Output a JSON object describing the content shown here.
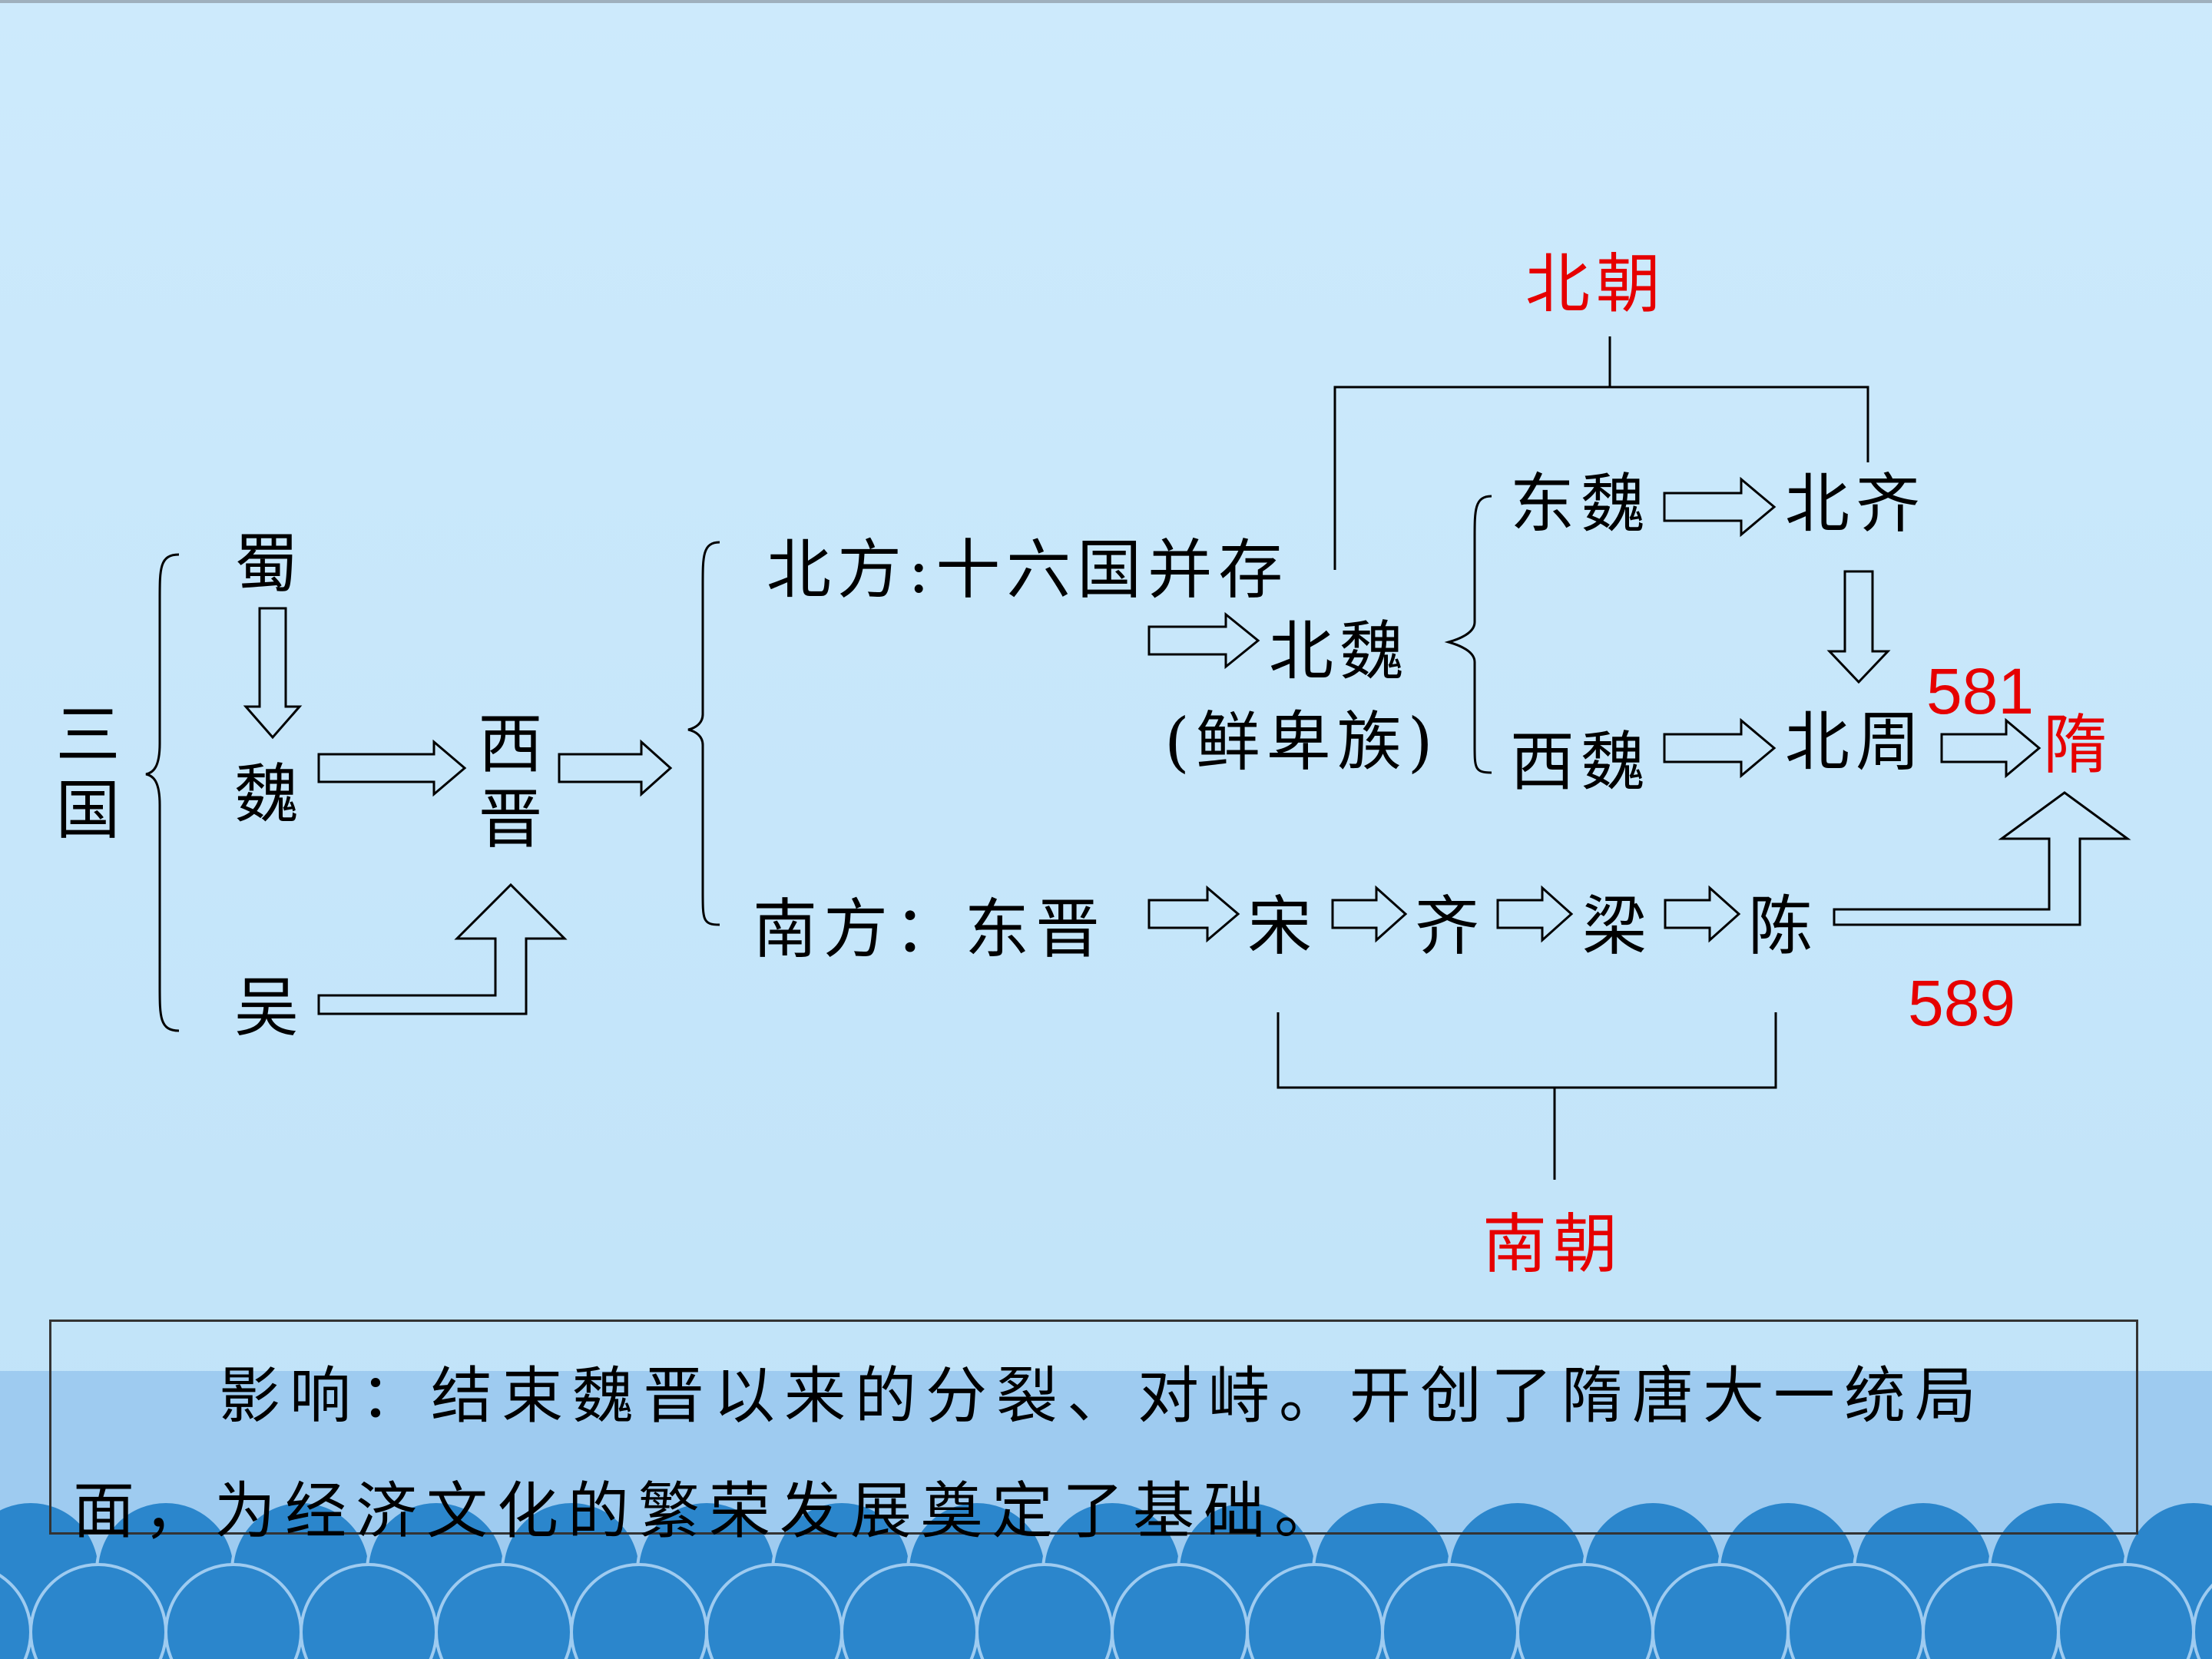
{
  "diagram": {
    "sanguo": "三国",
    "shu": "蜀",
    "wei": "魏",
    "wu": "吴",
    "xijin": "西晋",
    "north_label": "北方:十六国并存",
    "south_label": "南方：东晋",
    "beiwei": "北魏",
    "xianbei": "(鲜卑族)",
    "dongwei": "东魏",
    "xiwei": "西魏",
    "beiqi": "北齐",
    "beizhou": "北周",
    "song": "宋",
    "qi": "齐",
    "liang": "梁",
    "chen": "陈",
    "sui": "隋",
    "bei_chao": "北朝",
    "nan_chao": "南朝",
    "year_581": "581",
    "year_589": "589"
  },
  "summary": {
    "text": "影响：结束魏晋以来的分裂、对峙。开创了隋唐大一统局面，为经济文化的繁荣发展奠定了基础。"
  },
  "colors": {
    "background_light": "#c8e7fb",
    "wave_light": "#9ecbf0",
    "wave_dark": "#2b86cc",
    "highlight_red": "#e60000"
  }
}
